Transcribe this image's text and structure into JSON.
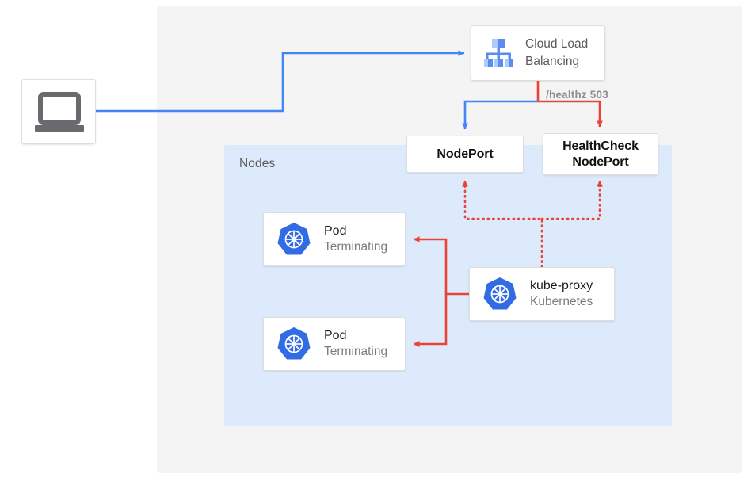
{
  "diagram": {
    "title_region_label": "Nodes",
    "annotations": {
      "healthz": "/healthz 503"
    },
    "colors": {
      "blue_line": "#4285f4",
      "red_line": "#ea4335",
      "k8s_blue": "#326ce5",
      "panel_gray": "#f4f4f5",
      "nodes_blue": "#ddeafb",
      "text_dark": "#1d1d1f",
      "text_muted": "#7d7d81"
    },
    "nodes": {
      "client": {
        "icon": "laptop-icon"
      },
      "cloud_load_balancing": {
        "icon": "load-balancer-icon",
        "line1": "Cloud Load",
        "line2": "Balancing"
      },
      "nodeport": {
        "label": "NodePort"
      },
      "healthcheck_nodeport": {
        "line1": "HealthCheck",
        "line2": "NodePort"
      },
      "pod1": {
        "icon": "kubernetes-icon",
        "title": "Pod",
        "subtitle": "Terminating"
      },
      "pod2": {
        "icon": "kubernetes-icon",
        "title": "Pod",
        "subtitle": "Terminating"
      },
      "kube_proxy": {
        "icon": "kubernetes-icon",
        "title": "kube-proxy",
        "subtitle": "Kubernetes"
      }
    }
  }
}
